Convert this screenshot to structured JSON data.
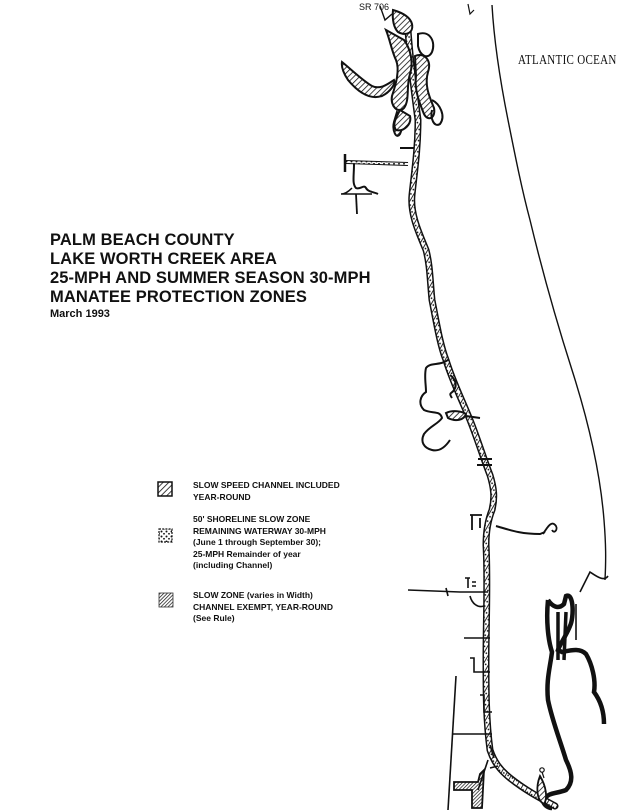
{
  "map": {
    "title_lines": [
      "PALM BEACH COUNTY",
      "LAKE WORTH CREEK AREA",
      "25-MPH AND SUMMER SEASON 30-MPH",
      "MANATEE PROTECTION ZONES"
    ],
    "date": "March 1993",
    "labels": {
      "ocean": "ATLANTIC OCEAN",
      "road": "SR 706"
    },
    "legend": [
      {
        "pattern": "diagonal-hatch",
        "lines": [
          "SLOW SPEED CHANNEL INCLUDED",
          "YEAR-ROUND"
        ]
      },
      {
        "pattern": "stippled",
        "lines": [
          "50' SHORELINE SLOW ZONE",
          "REMAINING WATERWAY 30-MPH",
          "(June 1 through September 30);",
          "25-MPH Remainder of year",
          "(including Channel)"
        ]
      },
      {
        "pattern": "dense-hatch",
        "lines": [
          "SLOW ZONE (varies in Width)",
          "CHANNEL EXEMPT, YEAR-ROUND",
          "(See Rule)"
        ]
      }
    ],
    "colors": {
      "ink": "#111111",
      "paper": "#ffffff"
    }
  }
}
